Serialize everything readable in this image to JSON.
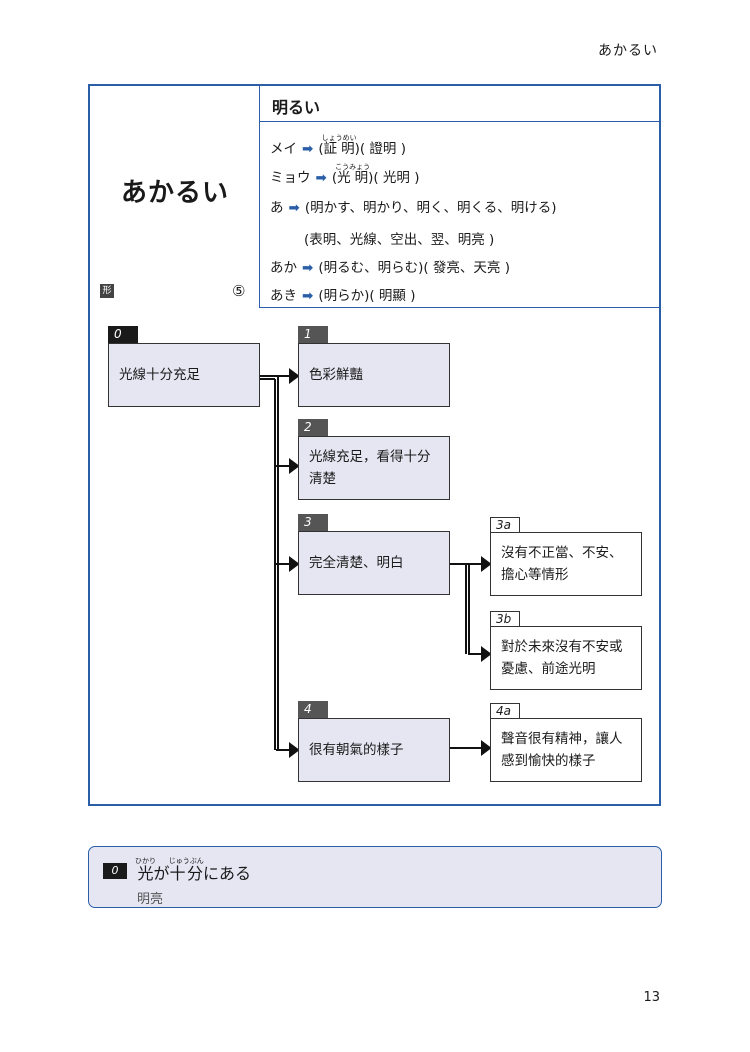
{
  "running_head": "あかるい",
  "page_number": "13",
  "entry": {
    "headword": "あかるい",
    "pos_tag": "形",
    "sense_count": "⑤",
    "kanji": "明るい",
    "readings": [
      {
        "prefix": "メイ",
        "base": "証明",
        "ruby": "しょうめい",
        "tail": "( 證明 )"
      },
      {
        "prefix": "ミョウ",
        "base": "光明",
        "ruby": "こうみょう",
        "tail": "( 光明 )"
      },
      {
        "prefix": "あ",
        "text": "(明かす、明かり、明く、明くる、明ける)"
      },
      {
        "text": "(表明、光線、空出、翌、明亮 )"
      },
      {
        "prefix": "あか",
        "text": "(明るむ、明らむ)( 發亮、天亮 )"
      },
      {
        "prefix": "あき",
        "text": "(明らか)( 明顯 )"
      }
    ]
  },
  "tree": {
    "n0": {
      "tag": "0",
      "text": "光線十分充足"
    },
    "n1": {
      "tag": "1",
      "text": "色彩鮮豔"
    },
    "n2": {
      "tag": "2",
      "text": "光線充足，看得十分清楚"
    },
    "n3": {
      "tag": "3",
      "text": "完全清楚、明白"
    },
    "n3a": {
      "tag": "3a",
      "text": "沒有不正當、不安、擔心等情形"
    },
    "n3b": {
      "tag": "3b",
      "text": "對於未來沒有不安或憂慮、前途光明"
    },
    "n4": {
      "tag": "4",
      "text": "很有朝氣的樣子"
    },
    "n4a": {
      "tag": "4a",
      "text": "聲音很有精神，讓人感到愉快的樣子"
    }
  },
  "example": {
    "tag": "0",
    "furigana_1": "ひかり",
    "word_1": "光",
    "particle": "が",
    "furigana_2": "じゅうぶん",
    "word_2": "十分",
    "rest": "にある",
    "translation": "明亮"
  },
  "colors": {
    "accent_blue": "#2a5fa8",
    "node_fill": "#e6e6f3"
  }
}
